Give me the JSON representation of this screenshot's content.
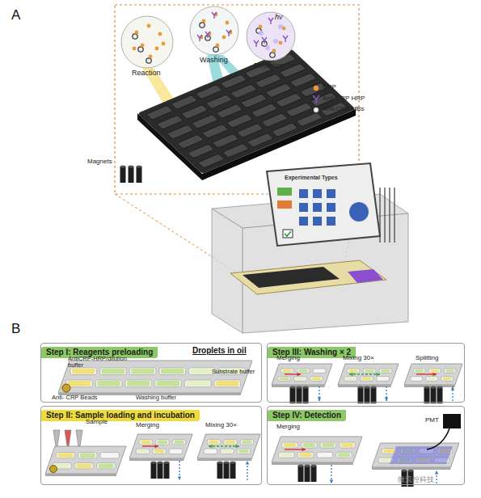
{
  "diagram": {
    "nodes": [
      {
        "text": [
          "Step I: Reagents preloading"
        ]
      },
      {
        "text": [
          "Step III: Washing × 2"
        ]
      },
      {
        "text": [
          "Step II: Sample loading and incubation"
        ]
      },
      {
        "text": [
          "Step IV: Detection"
        ]
      }
    ],
    "labels": [
      "A",
      "Reaction",
      "Washing",
      "Detection",
      "hν",
      "Magnets",
      "Experimental Types",
      "B",
      "Droplets in oil",
      "AntiCRP-HRP/dilution buffer",
      "Substrate buffer",
      "Anti- CRP Beads",
      "Washing buffer",
      "Merging",
      "Mixing 30×",
      "Splitting",
      "Sample",
      "Merging",
      "Mixing 30×",
      "Merging",
      "PMT",
      "微流控科技"
    ],
    "legend": [
      {
        "text": "CRP"
      },
      {
        "text": "Anti-CRP HRP"
      },
      {
        "text": "Anti-CRP MBs"
      }
    ]
  }
}
